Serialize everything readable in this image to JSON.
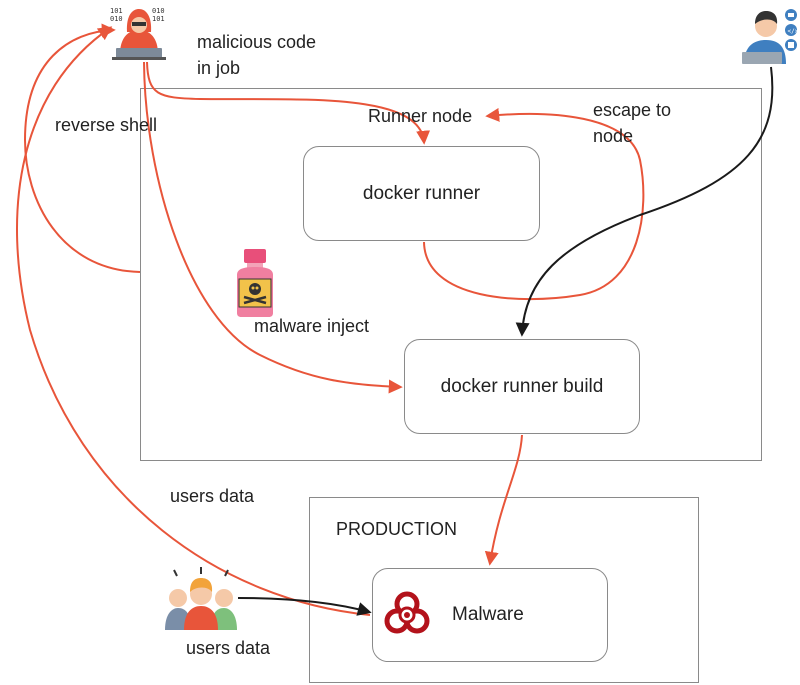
{
  "labels": {
    "malicious_code_line1": "malicious code",
    "malicious_code_line2": "in job",
    "reverse_shell": "reverse shell",
    "runner_node": "Runner node",
    "escape_line1": "escape to",
    "escape_line2": "node",
    "malware_inject": "malware inject",
    "users_data_arrow": "users data",
    "users_data_people": "users data",
    "production": "PRODUCTION"
  },
  "boxes": {
    "docker_runner": "docker runner",
    "docker_runner_build": "docker runner build",
    "malware": "Malware"
  },
  "icons": {
    "hacker": "hacker-icon",
    "developer": "developer-icon",
    "poison": "poison-bottle-icon",
    "users": "users-group-icon",
    "biohazard": "biohazard-icon"
  },
  "colors": {
    "attack_arrow": "#e8553a",
    "dev_arrow": "#1a1a1a",
    "frame_border": "#8a8a8a",
    "biohazard": "#b3121b"
  }
}
